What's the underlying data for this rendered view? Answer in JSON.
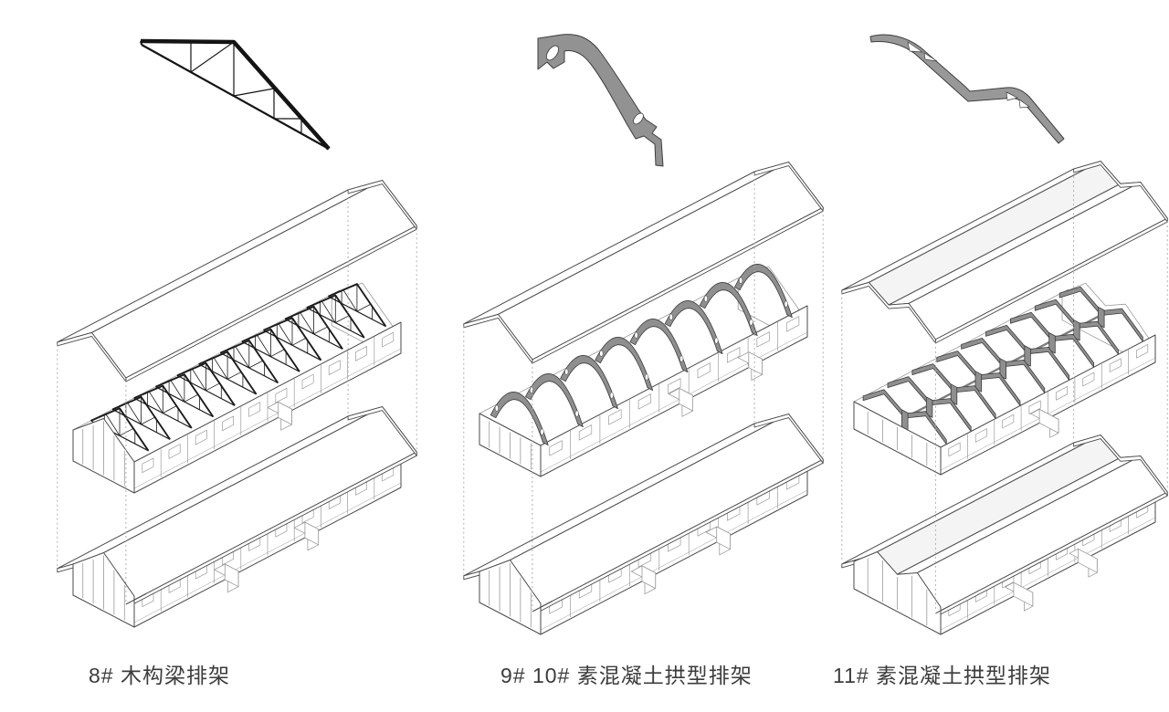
{
  "page": {
    "background": "#ffffff",
    "description": "Exploded axonometric diagrams of three warehouse buildings and their roof bent-frame structures"
  },
  "colors": {
    "outline": "#4a4a4a",
    "detail": "#9a9a9a",
    "dash": "#a8a8a8",
    "truss": "#1b1b1b",
    "concrete": "#8f8f8f",
    "concrete_stroke": "#3c3c3c",
    "label_text": "#3c3c3c"
  },
  "columns": [
    {
      "id": "8",
      "label": "8# 木构梁排架",
      "structure_type": "timber truss bent frame",
      "icon": "timber-truss-icon",
      "frame_count": 12,
      "frame_color": "#1b1b1b",
      "roof_profile": "gable"
    },
    {
      "id": "9-10",
      "label": "9# 10# 素混凝土拱型排架",
      "structure_type": "plain concrete arch bent frame",
      "icon": "concrete-arch-icon",
      "frame_count": 8,
      "frame_color": "#8f8f8f",
      "roof_profile": "gable"
    },
    {
      "id": "11",
      "label": "11# 素混凝土拱型排架",
      "structure_type": "plain concrete arch bent frame",
      "icon": "concrete-folded-arch-icon",
      "frame_count": 9,
      "frame_color": "#8f8f8f",
      "roof_profile": "double-gable-M"
    }
  ]
}
